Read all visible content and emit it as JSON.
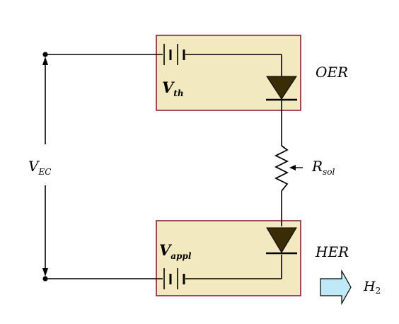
{
  "labels": {
    "oer": "OER",
    "her": "HER",
    "h2_main": "H",
    "h2_sub": "2",
    "vec_main": "V",
    "vec_sub": "EC",
    "rsol_main": "R",
    "rsol_sub": "sol",
    "vth_main": "V",
    "vth_sub": "th",
    "vappl_main": "V",
    "vappl_sub": "appl"
  },
  "colors": {
    "box_fill": "#f3e9bf",
    "box_stroke": "#8c1f3c",
    "diode_fill": "#3a2c05",
    "arrow_fill": "#bfeaf5"
  }
}
